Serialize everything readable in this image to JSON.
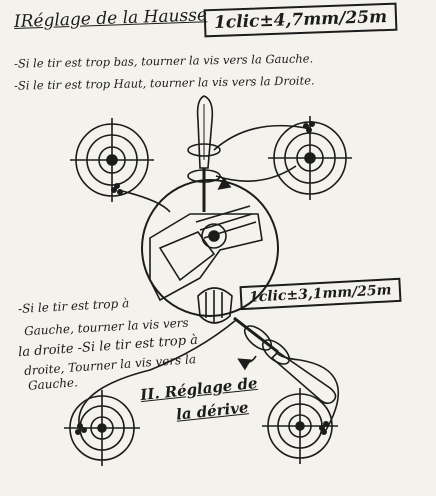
{
  "hausse": {
    "numeral": "I",
    "title": "Réglage de la Hausse",
    "clic": "1clic±4,7mm/25m",
    "line1": "-Si le tir est trop bas, tourner la vis vers la Gauche.",
    "line2": "-Si le tir est trop Haut, tourner la vis vers la Droite."
  },
  "derive": {
    "numeral": "II",
    "title_line1": "Réglage de",
    "title_line2": "la dérive",
    "clic": "1clic±3,1mm/25m",
    "text_line1": "-Si le tir est trop à",
    "text_line2": "Gauche, tourner la vis vers",
    "text_line3": "la droite -Si le tir est trop à",
    "text_line4": "droite, Tourner la vis vers la",
    "text_line5": "Gauche."
  },
  "colors": {
    "ink": "#1c1c1c",
    "paper": "#f4f2ec"
  },
  "icons": [
    "target-icon",
    "screwdriver-icon",
    "rotation-arrow-icon",
    "adjustment-drum-icon"
  ]
}
